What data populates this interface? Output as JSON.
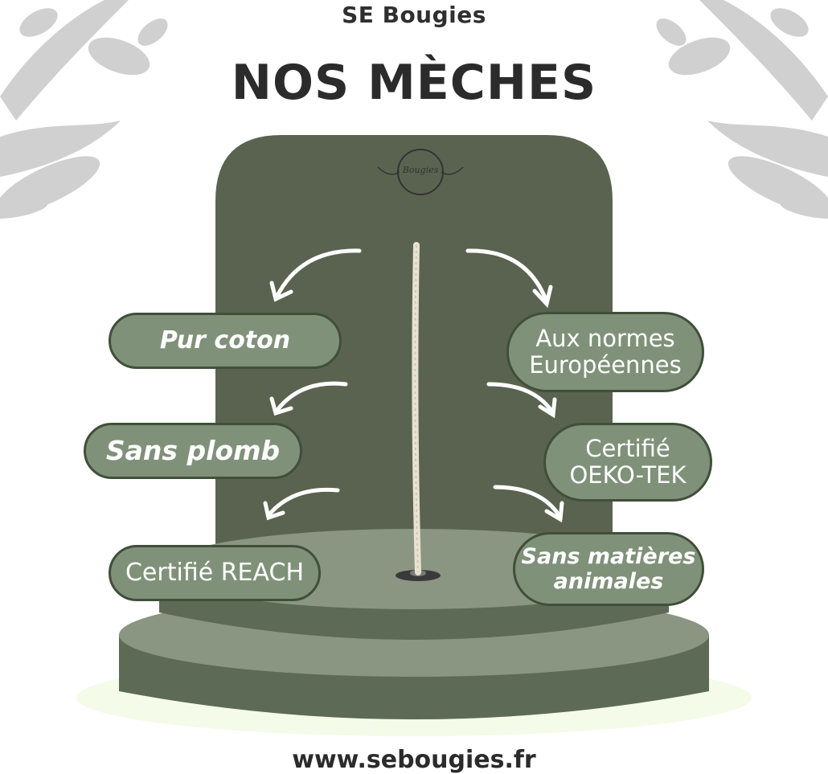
{
  "brand": "SE Bougies",
  "title": "NOS MÈCHES",
  "logo_text": "Bougies",
  "features_left": [
    {
      "line1": "Pur coton"
    },
    {
      "line1": "Sans plomb"
    },
    {
      "line1": "Certifié REACH"
    }
  ],
  "features_right": [
    {
      "line1": "Aux normes",
      "line2": "Européennes"
    },
    {
      "line1": "Certifié",
      "line2": "OEKO-TEK"
    },
    {
      "line1": "Sans matières",
      "line2": "animales"
    }
  ],
  "website": "www.sebougies.fr",
  "colors": {
    "dark_green": "#5a6350",
    "pill_green": "#80917a",
    "pill_border": "#3f4f3a",
    "podium_light": "#8a9582",
    "podium_dark": "#5d6a55",
    "leaf_grey": "#c9c9c9"
  }
}
